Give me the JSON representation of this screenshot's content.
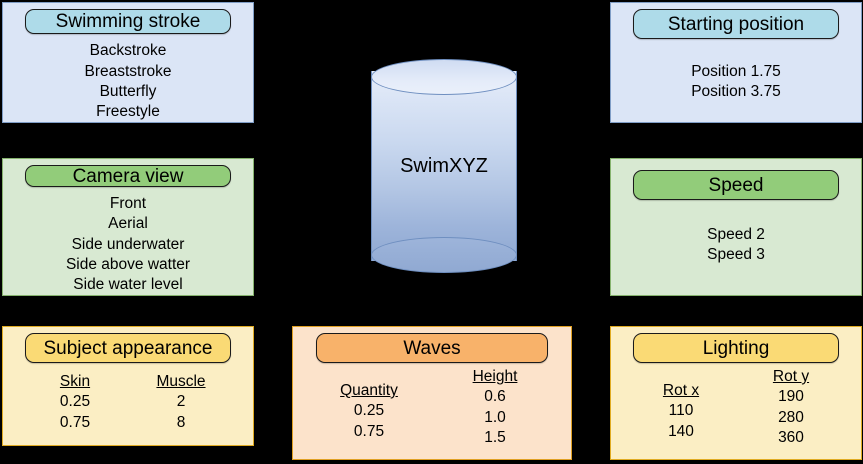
{
  "center": {
    "cylinder_label": "SwimXYZ",
    "icon": "database-cylinder-icon"
  },
  "panels": {
    "swimming_stroke": {
      "title": "Swimming stroke",
      "color": "#aedbe9",
      "items": [
        "Backstroke",
        "Breaststroke",
        "Butterfly",
        "Freestyle"
      ]
    },
    "starting_position": {
      "title": "Starting position",
      "color": "#aedbe9",
      "items": [
        "Position 1.75",
        "Position 3.75"
      ]
    },
    "camera_view": {
      "title": "Camera view",
      "color": "#92cc7a",
      "items": [
        "Front",
        "Aerial",
        "Side underwater",
        "Side above watter",
        "Side water level"
      ]
    },
    "speed": {
      "title": "Speed",
      "color": "#92cc7a",
      "items": [
        "Speed 2",
        "Speed 3"
      ]
    },
    "subject_appearance": {
      "title": "Subject appearance",
      "color": "#fada75",
      "columns": [
        {
          "header": "Skin",
          "values": [
            "0.25",
            "0.75"
          ]
        },
        {
          "header": "Muscle",
          "values": [
            "2",
            "8"
          ]
        }
      ]
    },
    "waves": {
      "title": "Waves",
      "color": "#f8b26a",
      "columns": [
        {
          "header": "Quantity",
          "values": [
            "0.25",
            "0.75"
          ]
        },
        {
          "header": "Height",
          "values": [
            "0.6",
            "1.0",
            "1.5"
          ]
        }
      ]
    },
    "lighting": {
      "title": "Lighting",
      "color": "#fada75",
      "columns": [
        {
          "header": "Rot x",
          "values": [
            "110",
            "140"
          ]
        },
        {
          "header": "Rot y",
          "values": [
            "190",
            "280",
            "360"
          ]
        }
      ]
    }
  }
}
